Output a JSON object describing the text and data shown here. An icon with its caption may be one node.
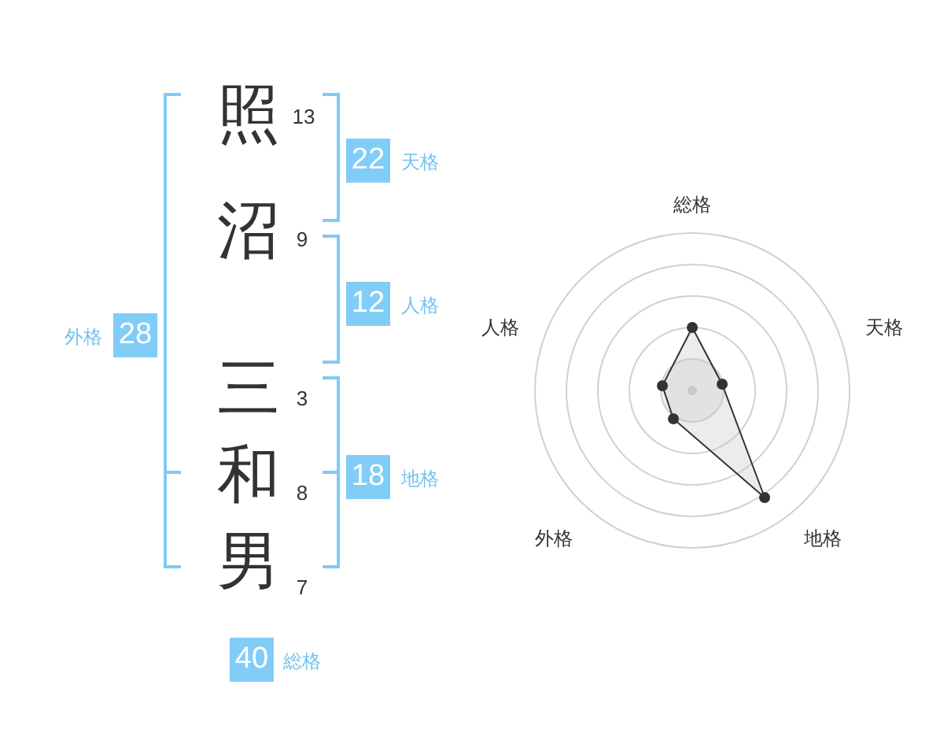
{
  "diagram": {
    "labels": [
      "照",
      "13",
      "22",
      "天格",
      "沼",
      "9",
      "12",
      "人格",
      "外格",
      "28",
      "三",
      "3",
      "18",
      "地格",
      "和",
      "8",
      "男",
      "7",
      "40",
      "総格",
      "総格",
      "人格",
      "天格",
      "外格",
      "地格"
    ]
  }
}
